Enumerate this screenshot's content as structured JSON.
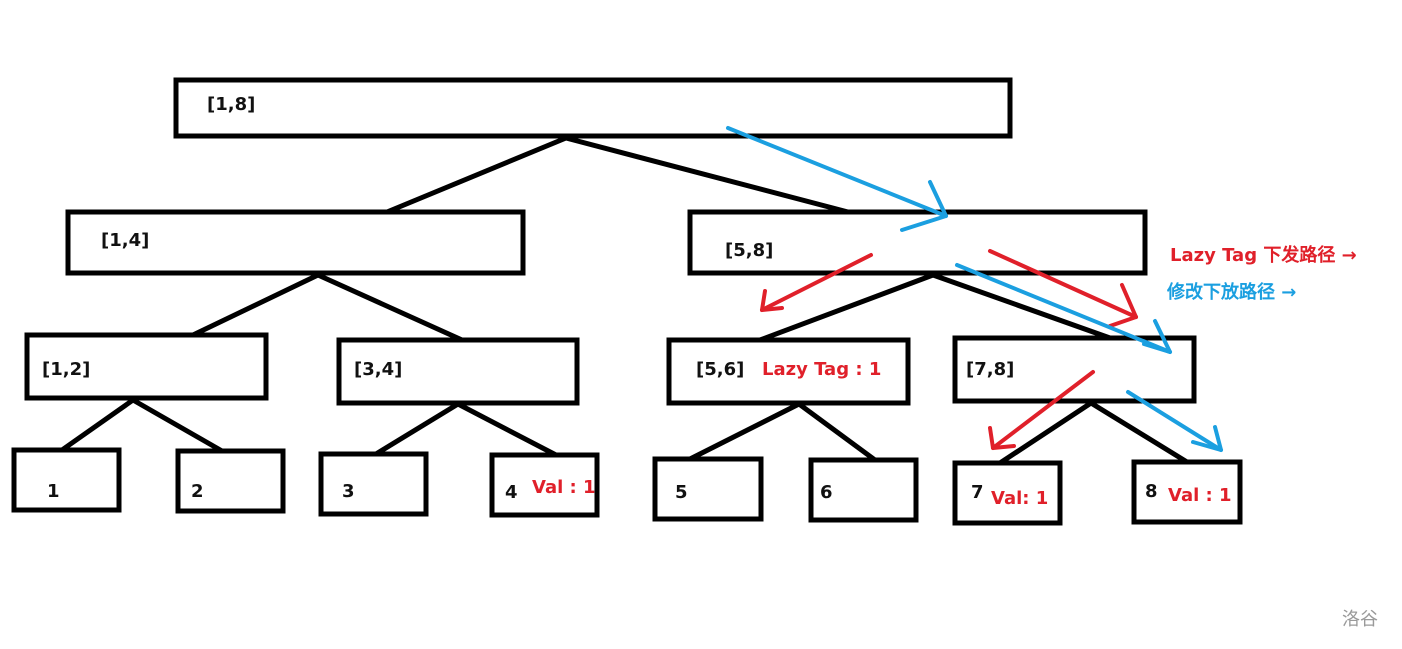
{
  "title": "Segment tree lazy tag push-down diagram",
  "colors": {
    "line": "#000000",
    "lazy_path": "#e0202a",
    "modify_path": "#1b9fe0",
    "watermark": "#9a9a9a"
  },
  "nodes": [
    {
      "id": "n1_8",
      "label": "[1,8]"
    },
    {
      "id": "n1_4",
      "label": "[1,4]"
    },
    {
      "id": "n5_8",
      "label": "[5,8]"
    },
    {
      "id": "n1_2",
      "label": "[1,2]"
    },
    {
      "id": "n3_4",
      "label": "[3,4]"
    },
    {
      "id": "n5_6",
      "label": "[5,6]",
      "annotation": "Lazy Tag : 1"
    },
    {
      "id": "n7_8",
      "label": "[7,8]"
    },
    {
      "id": "l1",
      "label": "1"
    },
    {
      "id": "l2",
      "label": "2"
    },
    {
      "id": "l3",
      "label": "3"
    },
    {
      "id": "l4",
      "label": "4",
      "annotation": "Val : 1"
    },
    {
      "id": "l5",
      "label": "5"
    },
    {
      "id": "l6",
      "label": "6"
    },
    {
      "id": "l7",
      "label": "7",
      "annotation": "Val:  1"
    },
    {
      "id": "l8",
      "label": "8",
      "annotation": "Val : 1"
    }
  ],
  "edges": [
    [
      "n1_8",
      "n1_4"
    ],
    [
      "n1_8",
      "n5_8"
    ],
    [
      "n1_4",
      "n1_2"
    ],
    [
      "n1_4",
      "n3_4"
    ],
    [
      "n5_8",
      "n5_6"
    ],
    [
      "n5_8",
      "n7_8"
    ],
    [
      "n1_2",
      "l1"
    ],
    [
      "n1_2",
      "l2"
    ],
    [
      "n3_4",
      "l3"
    ],
    [
      "n3_4",
      "l4"
    ],
    [
      "n5_6",
      "l5"
    ],
    [
      "n5_6",
      "l6"
    ],
    [
      "n7_8",
      "l7"
    ],
    [
      "n7_8",
      "l8"
    ]
  ],
  "legend": {
    "lazy_path": "Lazy Tag 下发路径 →",
    "modify_path": "修改下放路径 →"
  },
  "watermark": "洛谷"
}
